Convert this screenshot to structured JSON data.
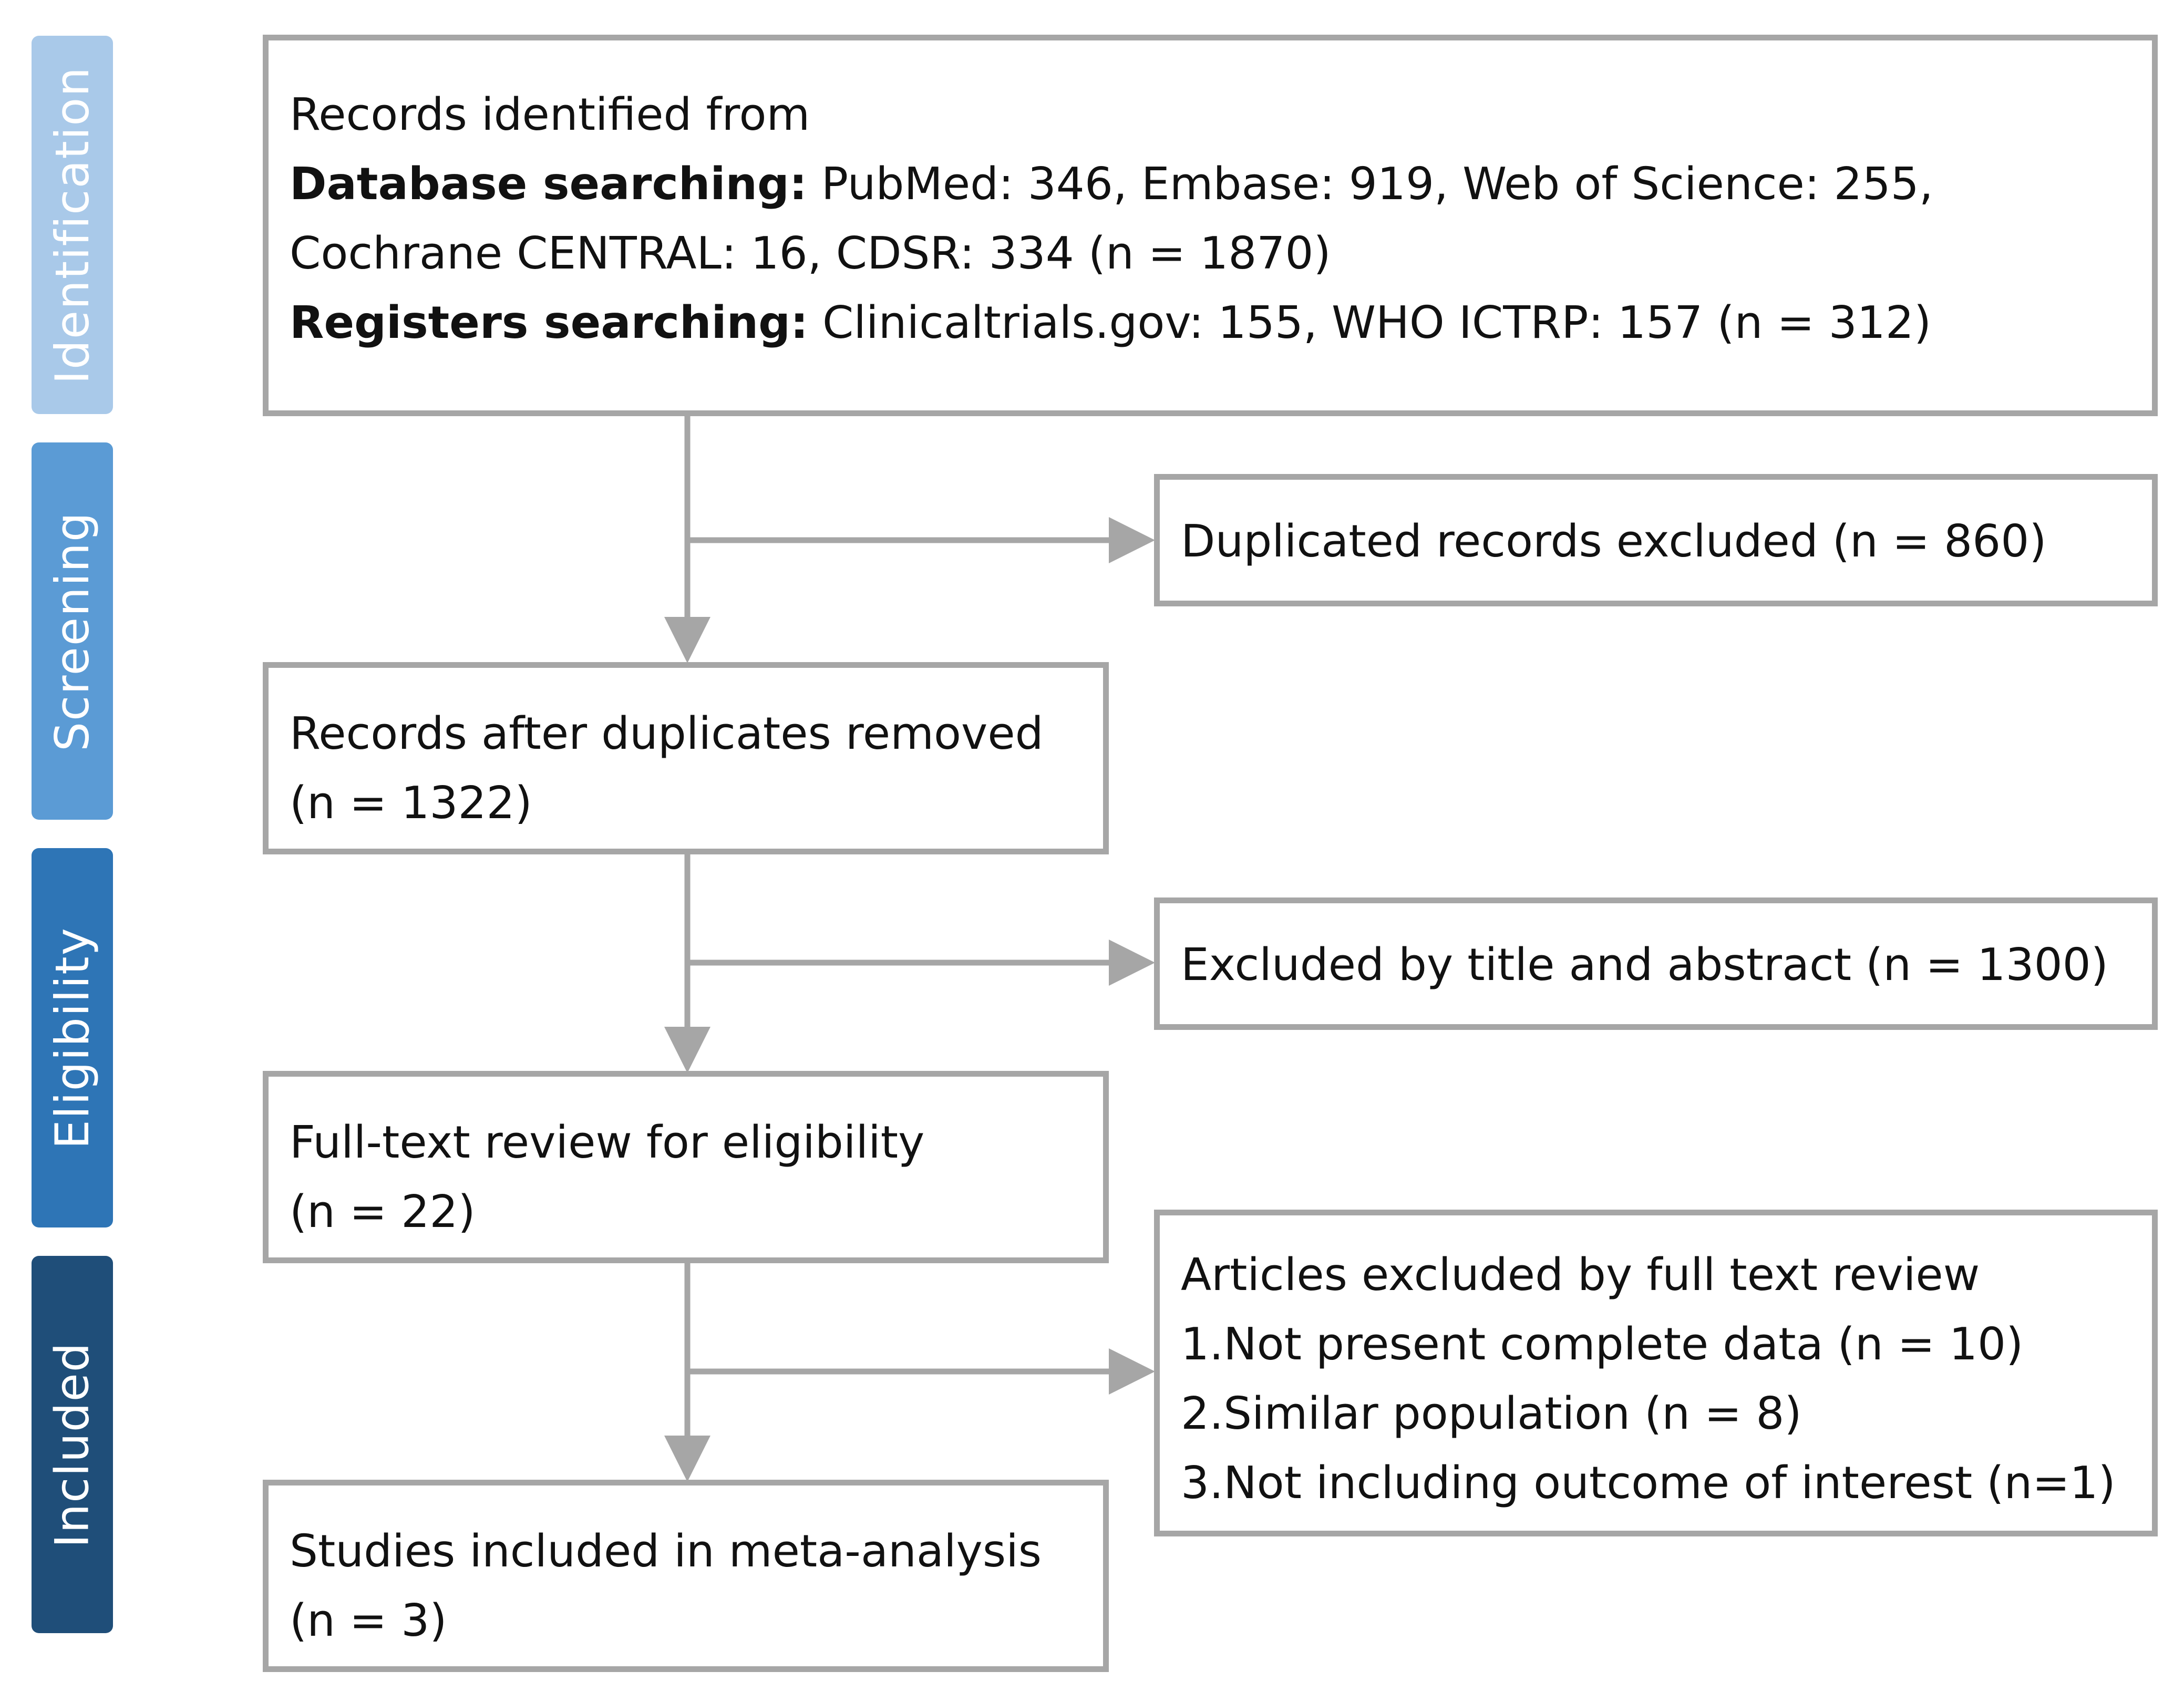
{
  "stages": {
    "identification": {
      "label": "Identification",
      "color": "#a9c9e9"
    },
    "screening": {
      "label": "Screening",
      "color": "#5b9bd5"
    },
    "eligibility": {
      "label": "Eligibility",
      "color": "#2e75b6"
    },
    "included": {
      "label": "Included",
      "color": "#1f4e79"
    }
  },
  "identification_box": {
    "title": "Records identified from",
    "database_label": "Database searching:",
    "database_text": "PubMed: 346, Embase: 919, Web of Science: 255,",
    "database_text_2": "Cochrane CENTRAL: 16, CDSR: 334 (n = 1870)",
    "registers_label": "Registers searching:",
    "registers_text": "Clinicaltrials.gov: 155, WHO ICTRP: 157 (n = 312)"
  },
  "duplicates_excluded": {
    "text": "Duplicated records excluded (n = 860)"
  },
  "after_duplicates": {
    "line1": "Records after duplicates removed",
    "line2": "(n = 1322)"
  },
  "title_abstract_excluded": {
    "text": "Excluded by title and abstract (n = 1300)"
  },
  "fulltext_review": {
    "line1": "Full-text review for eligibility",
    "line2": "(n = 22)"
  },
  "fulltext_excluded": {
    "title": "Articles excluded by full text review",
    "reasons": [
      "1.Not present complete data (n = 10)",
      "2.Similar population (n = 8)",
      "3.Not including outcome of interest (n=1)"
    ]
  },
  "included_studies": {
    "line1": "Studies included in meta-analysis",
    "line2": "(n = 3)"
  },
  "colors": {
    "box_border": "#a6a6a6",
    "arrow": "#a6a6a6"
  }
}
